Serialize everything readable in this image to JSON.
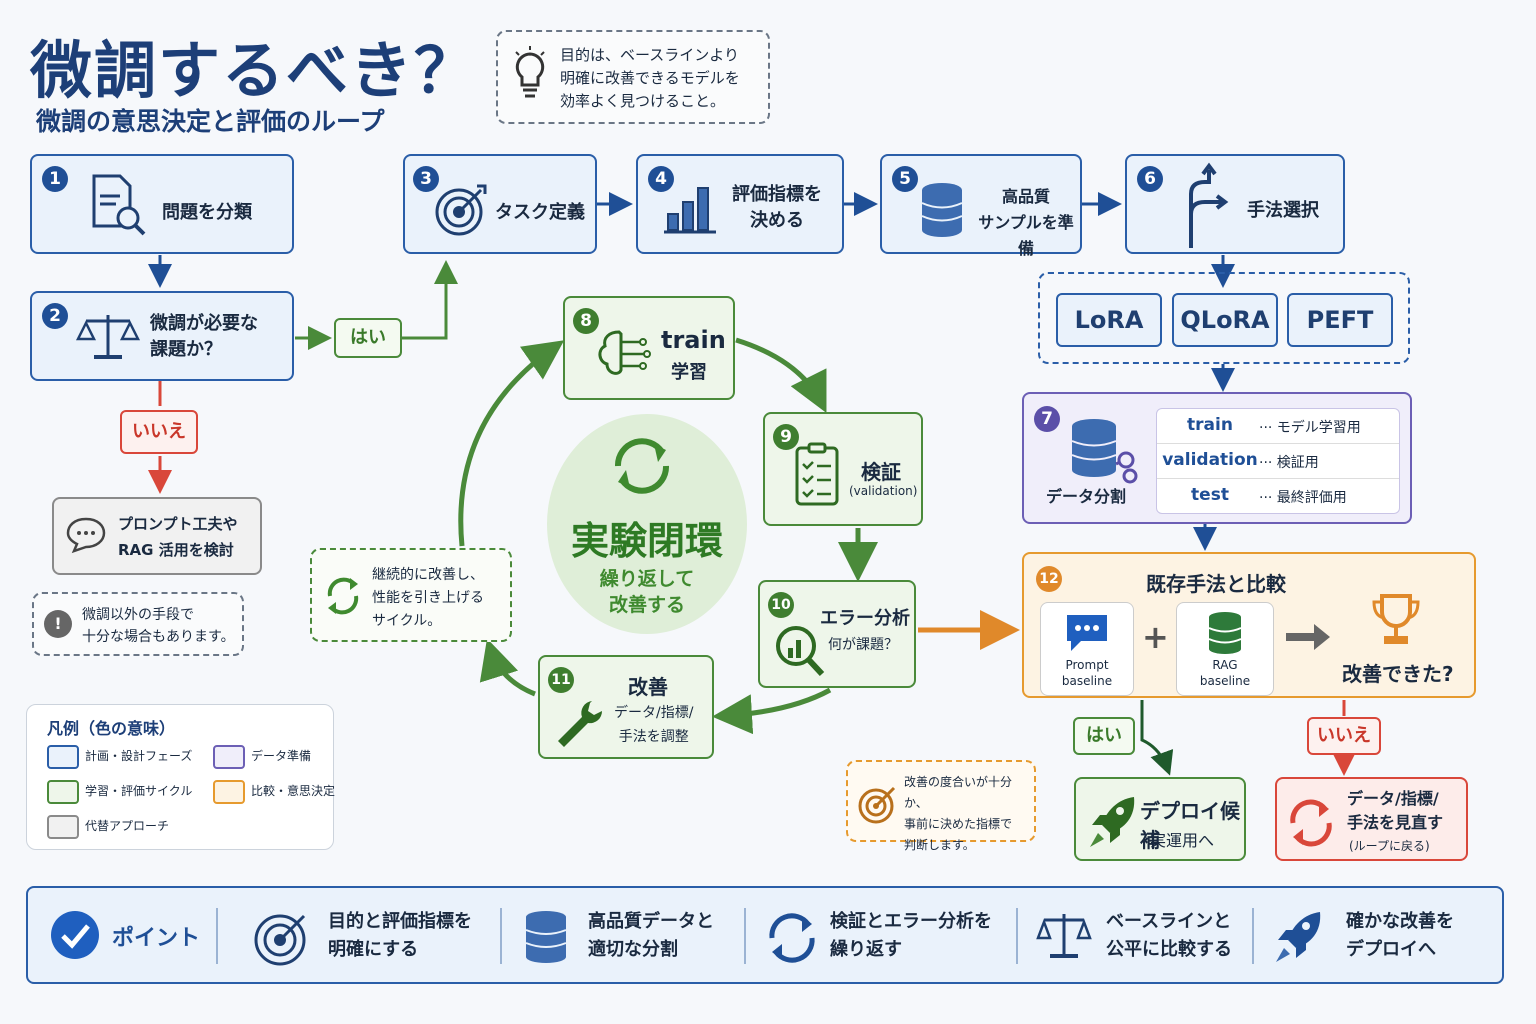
{
  "header": {
    "title": "微調するべき？",
    "subtitle": "微調の意思決定と評価のループ"
  },
  "callout_goal": {
    "lines": [
      "目的は、ベースラインより",
      "明確に改善できるモデルを",
      "効率よく見つけること。"
    ]
  },
  "steps": {
    "s1": {
      "num": "1",
      "label": "問題を分類"
    },
    "s2": {
      "num": "2",
      "lines": [
        "微調が必要な",
        "課題か？"
      ]
    },
    "s3": {
      "num": "3",
      "label": "タスク定義"
    },
    "s4": {
      "num": "4",
      "lines": [
        "評価指標を",
        "決める"
      ]
    },
    "s5": {
      "num": "5",
      "lines": [
        "高品質",
        "サンプルを準備"
      ]
    },
    "s6": {
      "num": "6",
      "label": "手法選択"
    },
    "s7": {
      "num": "7",
      "label": "データ分割",
      "rows": [
        {
          "name": "train",
          "desc": "··· モデル学習用"
        },
        {
          "name": "validation",
          "desc": "··· 検証用"
        },
        {
          "name": "test",
          "desc": "··· 最終評価用"
        }
      ]
    },
    "s8": {
      "num": "8",
      "title": "train",
      "sub": "学習"
    },
    "s9": {
      "num": "9",
      "title": "検証",
      "sub": "(validation)"
    },
    "s10": {
      "num": "10",
      "title": "エラー分析",
      "sub": "何が課題？"
    },
    "s11": {
      "num": "11",
      "title": "改善",
      "lines": [
        "データ/指標/",
        "手法を調整"
      ]
    },
    "s12": {
      "num": "12",
      "title": "既存手法と比較",
      "question": "改善できた?",
      "prompt": [
        "Prompt",
        "baseline"
      ],
      "rag": [
        "RAG",
        "baseline"
      ]
    }
  },
  "methods": [
    "LoRA",
    "QLoRA",
    "PEFT"
  ],
  "answers": {
    "yes": "はい",
    "no": "いいえ"
  },
  "alt": {
    "lines": [
      "プロンプト工夫や",
      "RAG 活用を検討"
    ]
  },
  "alt_note": {
    "lines": [
      "微調以外の手段で",
      "十分な場合もあります。"
    ]
  },
  "center": {
    "title": "実験閉環",
    "lines": [
      "繰り返して",
      "改善する"
    ]
  },
  "loop_note": {
    "lines": [
      "継続的に改善し、",
      "性能を引き上げる",
      "サイクル。"
    ]
  },
  "deploy": {
    "title": "デプロイ候補",
    "sub": "実運用へ"
  },
  "revisit": {
    "lines": [
      "データ/指標/",
      "手法を見直す"
    ],
    "sub": "(ループに戻る)"
  },
  "improve_note": {
    "lines": [
      "改善の度合いが十分か、",
      "事前に決めた指標で",
      "判断します。"
    ]
  },
  "legend": {
    "title": "凡例（色の意味）",
    "items": [
      {
        "label": "計画・設計フェーズ",
        "color": "#eaf2fb",
        "border": "#2a5ea8"
      },
      {
        "label": "データ準備",
        "color": "#f0eefa",
        "border": "#6c5fb5"
      },
      {
        "label": "学習・評価サイクル",
        "color": "#eef6ea",
        "border": "#4a8a3a"
      },
      {
        "label": "比較・意思決定",
        "color": "#fdf3e3",
        "border": "#e69a2e"
      },
      {
        "label": "代替アプローチ",
        "color": "#f1f1f1",
        "border": "#8a8a8a"
      }
    ]
  },
  "points": {
    "label": "ポイント",
    "items": [
      {
        "icon": "target-icon",
        "lines": [
          "目的と評価指標を",
          "明確にする"
        ]
      },
      {
        "icon": "database-icon",
        "lines": [
          "高品質データと",
          "適切な分割"
        ]
      },
      {
        "icon": "cycle-icon",
        "lines": [
          "検証とエラー分析を",
          "繰り返す"
        ]
      },
      {
        "icon": "scale-icon",
        "lines": [
          "ベースラインと",
          "公平に比較する"
        ]
      },
      {
        "icon": "rocket-icon",
        "lines": [
          "確かな改善を",
          "デプロイへ"
        ]
      }
    ]
  }
}
